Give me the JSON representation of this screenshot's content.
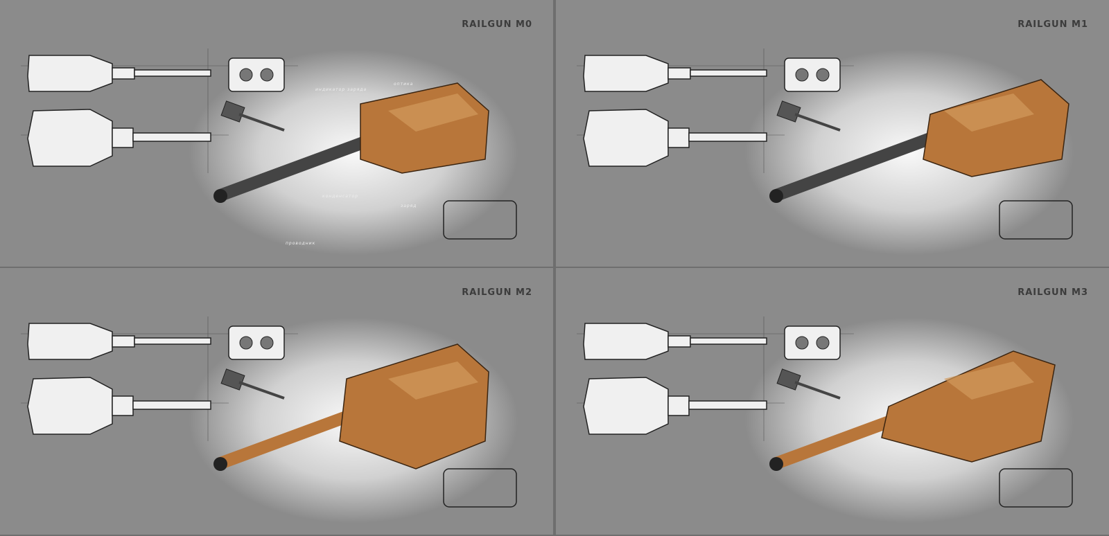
{
  "panels": [
    {
      "title": "RAILGUN M0",
      "notes": [
        "оптика",
        "индикатор заряда",
        "конденсатор",
        "заряд",
        "проводник"
      ]
    },
    {
      "title": "RAILGUN M1"
    },
    {
      "title": "RAILGUN M2"
    },
    {
      "title": "RAILGUN M3"
    }
  ],
  "colors": {
    "background": "#8b8b8b",
    "bronze": "#b8763a",
    "sketch": "#f0f0f0",
    "title": "#3c3c3c"
  }
}
